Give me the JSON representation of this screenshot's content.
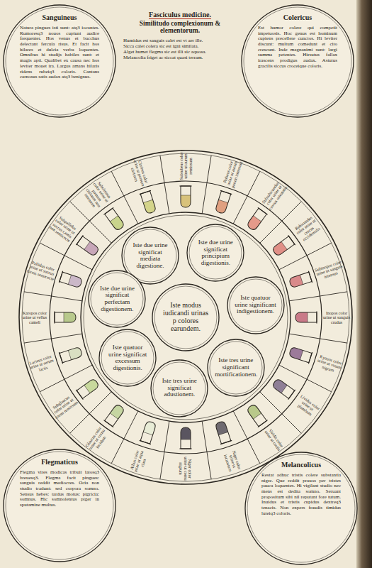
{
  "diagram": {
    "title": "Fasciculus medicine.",
    "nodes": [
      {
        "text": [
          "Sanguineus",
          "Natura pingues isti sunt: atq3 iocantes. Rumoresq3 nouos cupiunt audire frequenter. Hos venus et bacchus delectant fercula risus. Et facit hos hilares et dulcia verba loquentes. Omnibus hi studijs habiles sunt: et magis apti. Qualibet ex causa nec hos leviter mouet ira. Largus amans hilaris ridens rubeiq3 coloris. Cantans carnosus satis audax atq3 benignus."
        ]
      },
      {
        "text": [
          "Colericus",
          "Est humor colere qui competit impetuosis. Hoc genus est hominum cupiens precellere cunctos. Hi leviter discunt: multum comedunt et cito crescunt. Inde magnanimi sunt: largi summa petentes. Hirsutus fallax irascens prodigus audax. Astutus gracilis siccus croceique coloris."
        ]
      },
      {
        "text": [
          "Iste due urine significat mediata digestione."
        ]
      },
      {
        "text": [
          "Iste due urine significat principium digestionis."
        ]
      },
      {
        "text": [
          "Iste quatuor urine significant indigestionem."
        ]
      },
      {
        "text": [
          "Iste tres urine significant mortificationem."
        ]
      },
      {
        "text": [
          "Iste tres urine significat adustionem."
        ]
      },
      {
        "text": [
          "Iste quatuor urine significat excessum digestionis."
        ]
      },
      {
        "text": [
          "Iste due urine significat perfectam digestionem."
        ]
      },
      {
        "text": [
          "Iste modus iudicandi urinas p colores earundem."
        ]
      },
      {
        "text": [
          "Flegmaticus",
          "Flegma vires modicas tribuit latosq3 breuesq3. Flegma facit pingues: sanguis reddit mediocres. Ocia non studio tradunt: sed corpora somno. Sensus hebes: tardus motus: pigricia: somnus. Hic somnolentus piger in sputamine multus."
        ]
      },
      {
        "text": [
          "Melancolicus",
          "Restat adhuc tristis colere substantia nigre. Que reddit prauos per tristes pauca loquentes. Hi vigilant studio nec mens est dedita somno. Seruant propositum sibi nil reputant fore tutum. Inuidus et tristis cupidus dextreq3 tenacis. Non expers fraudis timidus luteiq3 coloris."
        ]
      }
    ],
    "labels": [
      "Similitudo complexionum & elementorum.",
      "Humidus est sanguis calet est vt aer ille.",
      "Sicca calet colera sic est igni similata.",
      "Alget humet flegma sic est illi sic aquosa.",
      "Melancolia friget ac siccat quasi terram.",
      "Subrubeus color urine ut aurum remissum",
      "Rubeus color urine ut aurum purum intensum",
      "Subrubicundus color urine ut crocus orientalis",
      "Rubicundus color urine ut crocus occidentalis",
      "Subinopos color urine ut sanguis intensus",
      "Inopos color urine ut sanguis crudus",
      "Kyanos color urine ut vinum nigrum",
      "Lividus color urine ut plumbum",
      "Viridis color urine ut caulis",
      "Niger color urine ut incaustum",
      "Niger color urine ut cornu nigrum",
      "Albus color urine ut aqua clara",
      "Glaucus color urine ut cornu lucidum",
      "Subglaucus color urine ut cornu remissum",
      "Lacteus color urine ut serum lactis",
      "Karopos color urine ut vellus cameli",
      "Pallidus color urine ut succus carnis semicocte",
      "Subpallidus color urine ut succus carnis non semicocte",
      "Subcitrinus color urine ut pomum citrinum non intensum",
      "Citrinus color urine ut pomum citrinum"
    ]
  }
}
